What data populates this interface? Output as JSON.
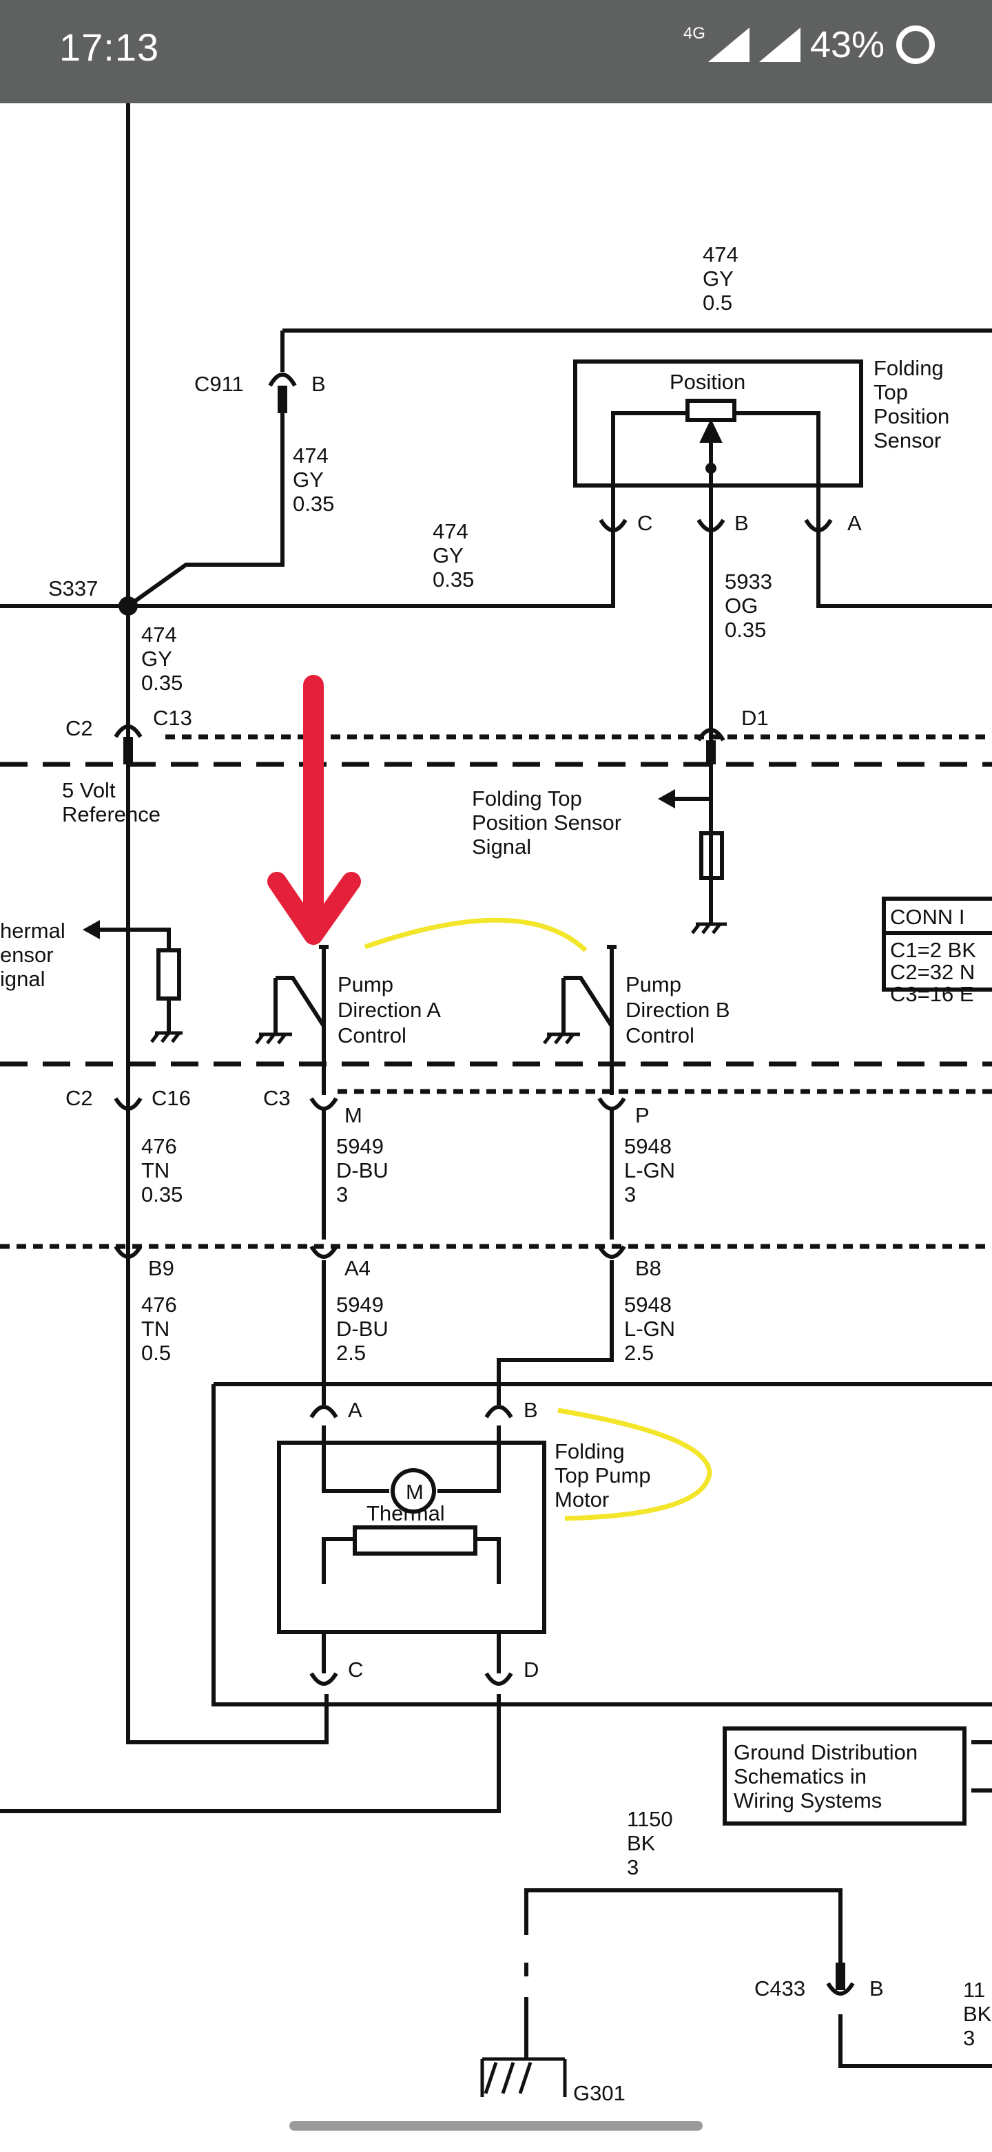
{
  "status_bar": {
    "time": "17:13",
    "network": "4G",
    "battery": "43%",
    "icons": [
      "signal-icon",
      "signal-icon",
      "battery-ring-icon"
    ]
  },
  "labels": {
    "w474_top": [
      "474",
      "GY",
      "0.5"
    ],
    "c911": "C911",
    "c911_b": "B",
    "w474_a": [
      "474",
      "GY",
      "0.35"
    ],
    "w474_b": [
      "474",
      "GY",
      "0.35"
    ],
    "w474_c": [
      "474",
      "GY",
      "0.35"
    ],
    "s337": "S337",
    "position": "Position",
    "sensor_name": [
      "Folding",
      "Top",
      "Position",
      "Sensor"
    ],
    "pin_c": "C",
    "pin_b": "B",
    "pin_a": "A",
    "w5933": [
      "5933",
      "OG",
      "0.35"
    ],
    "c2_top": "C2",
    "c13": "C13",
    "d1": "D1",
    "five_volt": [
      "5 Volt",
      "Reference"
    ],
    "fts_signal": [
      "Folding Top",
      "Position Sensor",
      "Signal"
    ],
    "thermal_signal": [
      "hermal",
      "ensor",
      "ignal"
    ],
    "conn_title": "CONN I",
    "conn_rows": [
      "C1=2 BK",
      "C2=32 N",
      "C3=16 E"
    ],
    "pump_a": [
      "Pump",
      "Direction A",
      "Control"
    ],
    "pump_b": [
      "Pump",
      "Direction B",
      "Control"
    ],
    "c2_mid": "C2",
    "c16": "C16",
    "c3": "C3",
    "pin_m": "M",
    "pin_p": "P",
    "w476_a": [
      "476",
      "TN",
      "0.35"
    ],
    "w5949_a": [
      "5949",
      "D-BU",
      "3"
    ],
    "w5948_a": [
      "5948",
      "L-GN",
      "3"
    ],
    "b9": "B9",
    "a4": "A4",
    "b8": "B8",
    "w476_b": [
      "476",
      "TN",
      "0.5"
    ],
    "w5949_b": [
      "5949",
      "D-BU",
      "2.5"
    ],
    "w5948_b": [
      "5948",
      "L-GN",
      "2.5"
    ],
    "motor_pin_a": "A",
    "motor_pin_b": "B",
    "motor_name": [
      "Folding",
      "Top Pump",
      "Motor"
    ],
    "motor_symbol": "M",
    "thermal": "Thermal",
    "motor_pin_c": "C",
    "motor_pin_d": "D",
    "ground_box": [
      "Ground Distribution",
      "Schematics in",
      "Wiring Systems"
    ],
    "w1150": [
      "1150",
      "BK",
      "3"
    ],
    "c433": "C433",
    "c433_b": "B",
    "g301": "G301",
    "w115_partial": [
      "11",
      "BK",
      "3"
    ]
  },
  "colors": {
    "status_bg": "#5f6060",
    "annotation_red": "#e5203a",
    "annotation_yellow": "#f2e52a"
  }
}
